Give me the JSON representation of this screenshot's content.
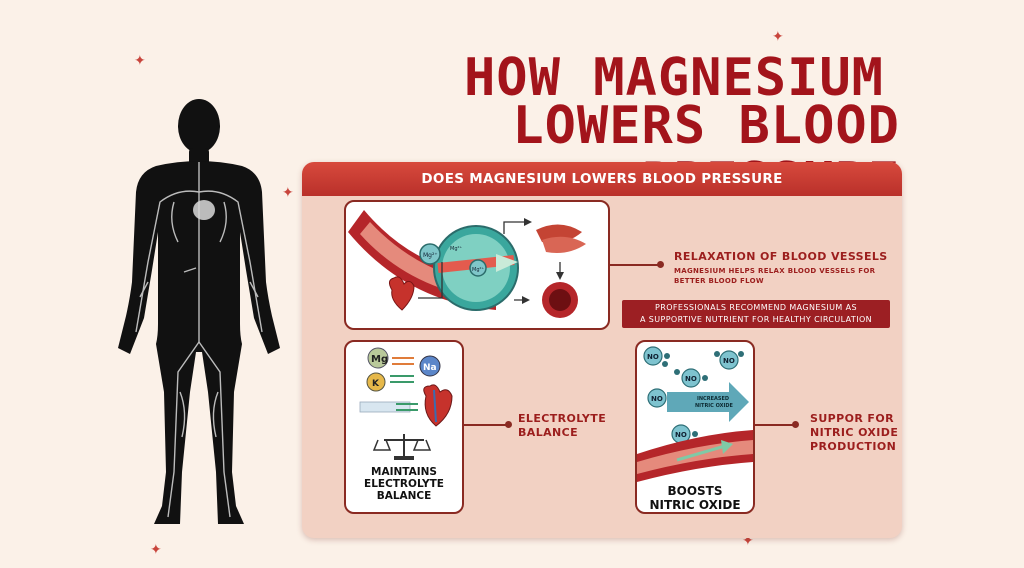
{
  "title": {
    "line1": "HOW MAGNESIUM",
    "line2": "LOWERS BLOOD PRESSURE"
  },
  "panel": {
    "header": "DOES MAGNESIUM LOWERS BLOOD PRESSURE"
  },
  "vessel_diagram": {
    "ion_main": "Mg²⁺",
    "ion_small": "Mg²⁺",
    "ion_small2": "Mg²⁺"
  },
  "relaxation": {
    "title": "RELAXATION OF BLOOD VESSELS",
    "description_line1": "MAGNESIUM HELPS RELAX BLOOD VESSELS FOR",
    "description_line2": "BETTER BLOOD FLOW"
  },
  "banner": {
    "line1": "PROFESSIONALS RECOMMEND MAGNESIUM AS",
    "line2": "A SUPPORTIVE NUTRIENT FOR HEALTHY CIRCULATION"
  },
  "electrolyte_card": {
    "ion_mg": "Mg",
    "ion_na": "Na",
    "ion_k": "K",
    "caption_line1": "MAINTAINS",
    "caption_line2": "ELECTROLYTE",
    "caption_line3": "BALANCE"
  },
  "electrolyte_label": {
    "line1": "ELECTROLYTE",
    "line2": "BALANCE"
  },
  "no_card": {
    "molecule": "NO",
    "arrow_line1": "INCREASED",
    "arrow_line2": "NITRIC OXIDE",
    "caption_line1": "BOOSTS",
    "caption_line2": "NITRIC OXIDE"
  },
  "no_label": {
    "line1": "SUPPOR FOR",
    "line2": "NITRIC OXIDE",
    "line3": "PRODUCTION"
  },
  "colors": {
    "title": "#a3141b",
    "header": "#c63a31",
    "panel": "#f2d1c3",
    "background": "#fbf1e8"
  }
}
